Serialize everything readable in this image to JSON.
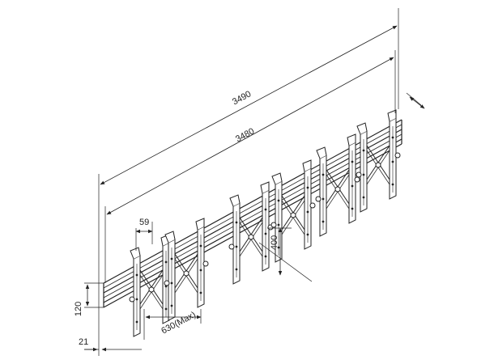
{
  "dimensions": {
    "overall_length": "3490",
    "rail_length": "3480",
    "bracket_width": "59",
    "drop_height": "400",
    "rail_height": "120",
    "wall_offset": "21",
    "adjust_range": "630(Max)"
  }
}
